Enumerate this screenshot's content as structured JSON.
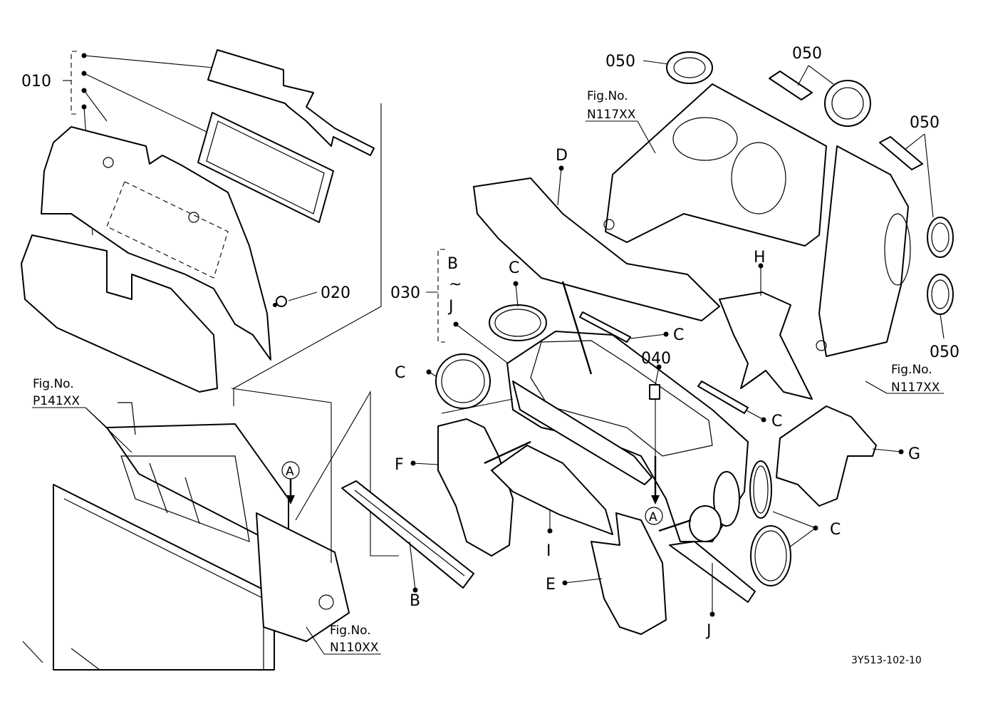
{
  "diagram": {
    "reference_code": "3Y513-102-10",
    "part_numbers": {
      "p010": "010",
      "p020": "020",
      "p030": "030",
      "p040": "040",
      "p050": "050"
    },
    "range_label": {
      "from": "B",
      "tilde": "~",
      "to": "J"
    },
    "letters": {
      "A": "A",
      "B": "B",
      "C": "C",
      "D": "D",
      "E": "E",
      "F": "F",
      "G": "G",
      "H": "H",
      "I": "I",
      "J": "J"
    },
    "fig_refs": {
      "caption": "Fig.No.",
      "n117": "N117XX",
      "p141": "P141XX",
      "n110": "N110XX"
    }
  }
}
